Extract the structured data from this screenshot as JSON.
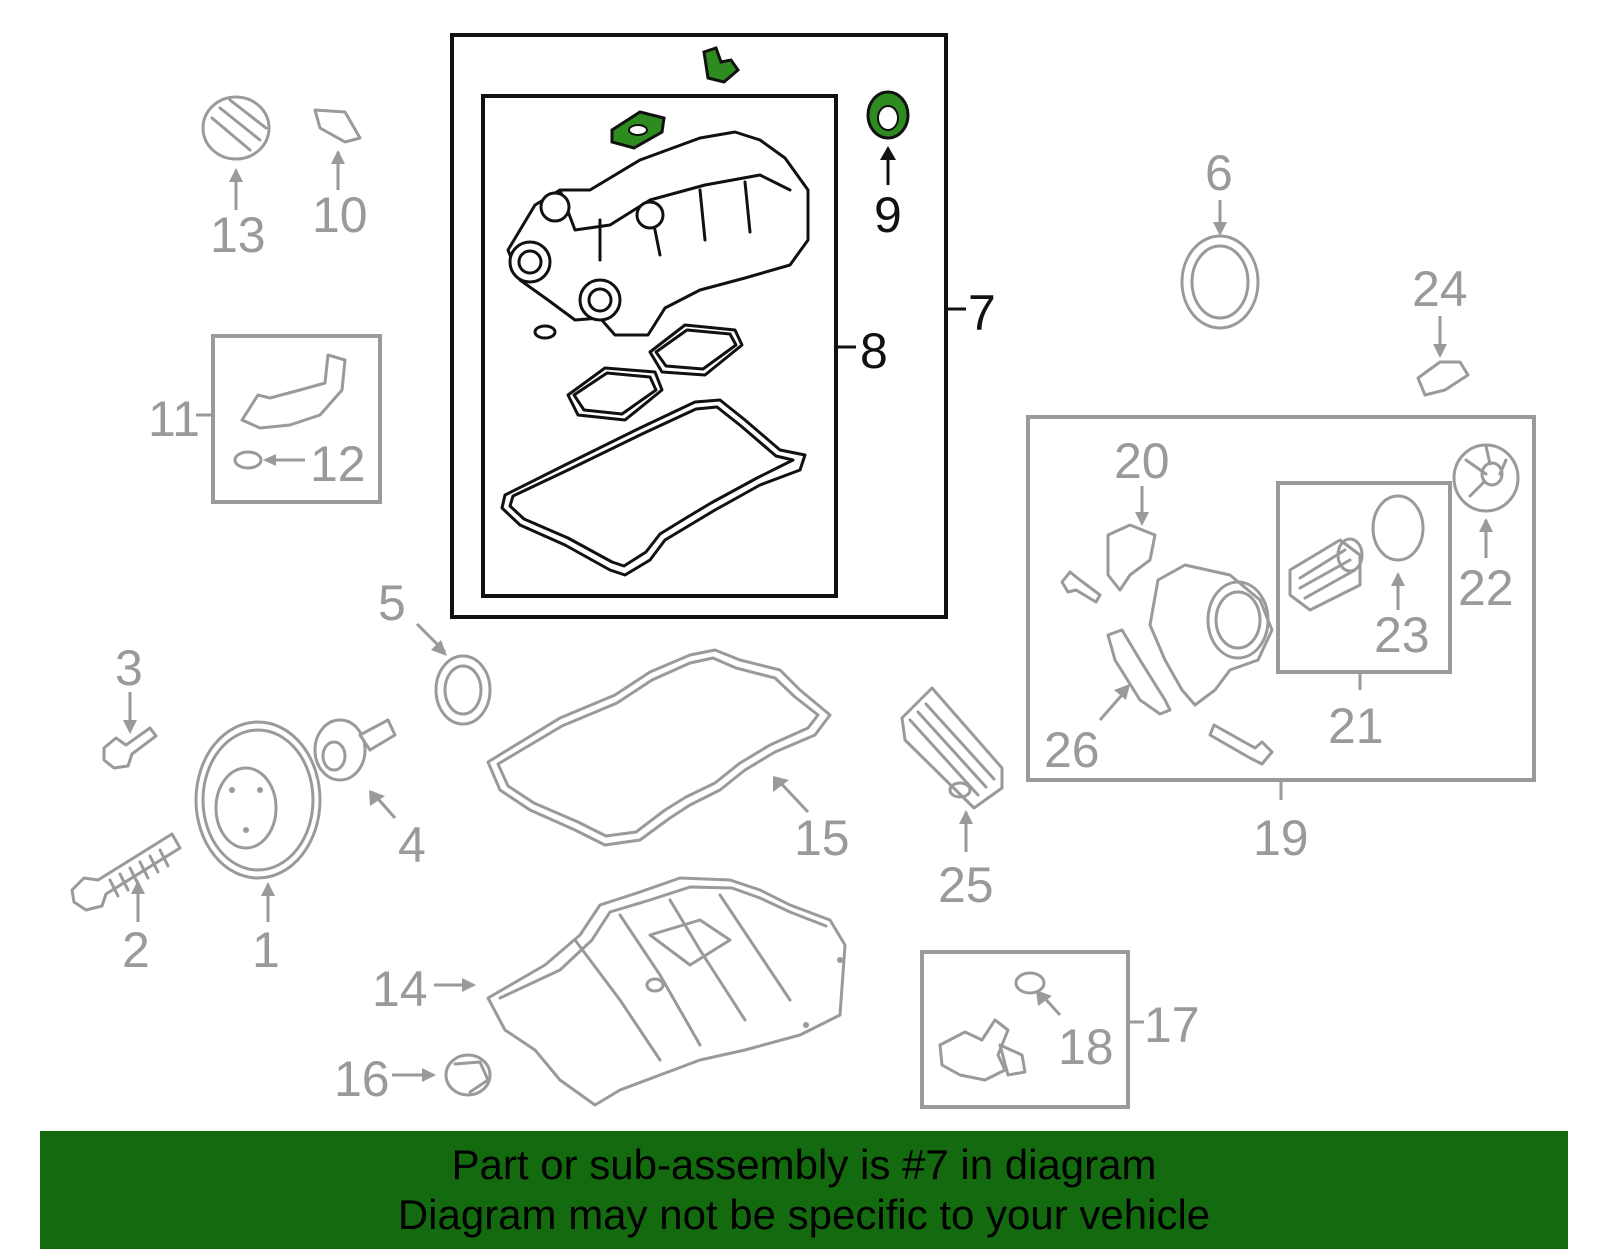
{
  "diagram": {
    "labels": {
      "l1": "1",
      "l2": "2",
      "l3": "3",
      "l4": "4",
      "l5": "5",
      "l6": "6",
      "l7": "7",
      "l8": "8",
      "l9": "9",
      "l10": "10",
      "l11": "11",
      "l12": "12",
      "l13": "13",
      "l14": "14",
      "l15": "15",
      "l16": "16",
      "l17": "17",
      "l18": "18",
      "l19": "19",
      "l20": "20",
      "l21": "21",
      "l22": "22",
      "l23": "23",
      "l24": "24",
      "l25": "25",
      "l26": "26"
    },
    "highlight_color": "#2e8b1f"
  },
  "banner": {
    "line1": "Part or sub-assembly is #7 in diagram",
    "line2": "Diagram may not be specific to your vehicle",
    "color": "#146b0f"
  }
}
